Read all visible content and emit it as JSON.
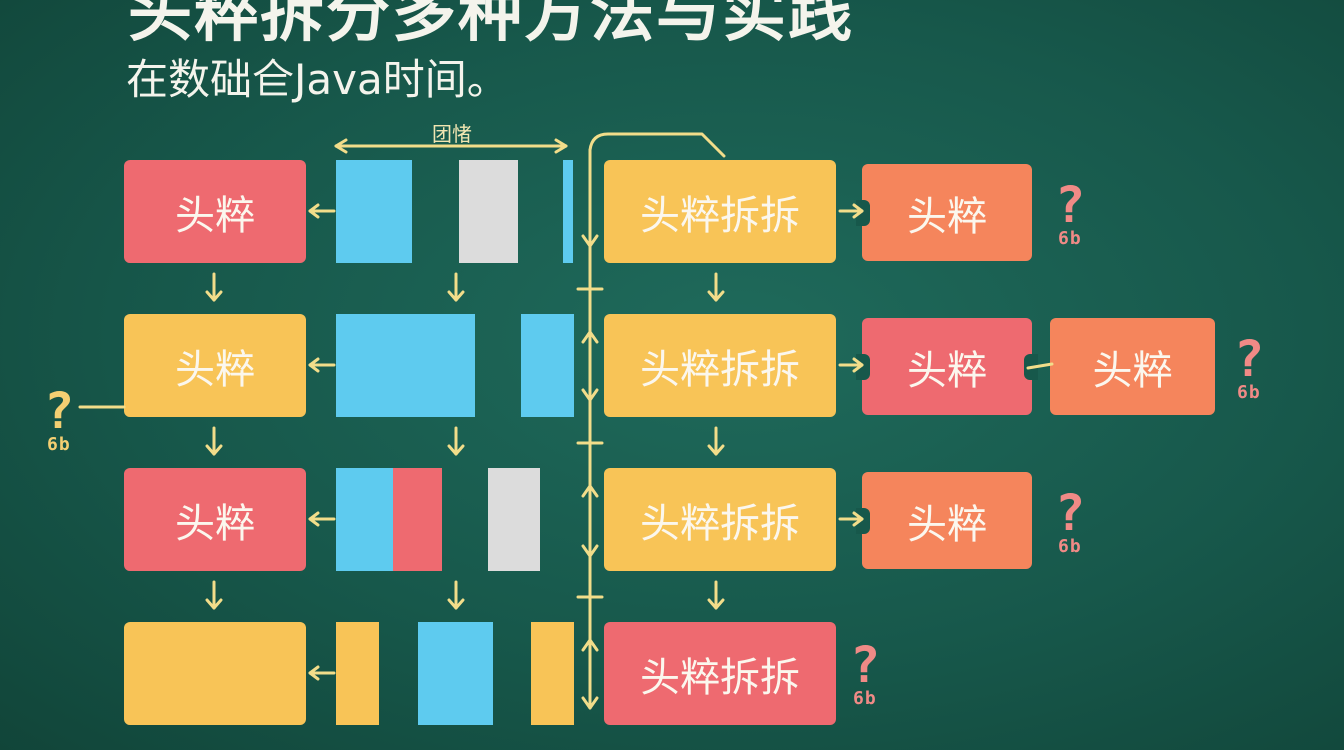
{
  "title": "头粹拆分多种方法与实践",
  "subtitle": "在数础仺Java时间。",
  "measure_label": "团㥩",
  "left_boxes": [
    "头粹",
    "头粹",
    "头粹",
    ""
  ],
  "middle_boxes": [
    "头粹拆拆",
    "头粹拆拆",
    "头粹拆拆",
    "头粹拆拆"
  ],
  "result_boxes": {
    "row1": [
      "头粹"
    ],
    "row2": [
      "头粹",
      "头粹"
    ],
    "row3": [
      "头粹"
    ]
  },
  "question_mark": "?",
  "question_sub": "6b",
  "colors": {
    "background": "#17584b",
    "red": "#ee6a70",
    "yellow": "#f8c457",
    "orange": "#f5855c",
    "blue": "#5ecbef",
    "grey": "#dcdcdc",
    "arrow": "#f2dd8a"
  }
}
